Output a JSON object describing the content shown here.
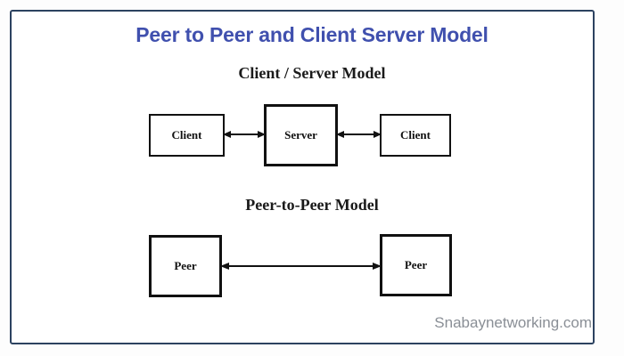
{
  "page": {
    "title": "Peer to Peer and Client Server Model",
    "title_color": "#4050ae",
    "frame_color": "#2c4260",
    "background": "#ffffff"
  },
  "sections": [
    {
      "id": "client-server",
      "heading": "Client / Server Model",
      "nodes": [
        {
          "id": "client-left",
          "label": "Client"
        },
        {
          "id": "server",
          "label": "Server"
        },
        {
          "id": "client-right",
          "label": "Client"
        }
      ],
      "connectors": [
        {
          "id": "client-left-to-server",
          "style": "double-headed-arrow"
        },
        {
          "id": "server-to-client-right",
          "style": "double-headed-arrow"
        }
      ]
    },
    {
      "id": "peer-to-peer",
      "heading": "Peer-to-Peer Model",
      "nodes": [
        {
          "id": "peer-left",
          "label": "Peer"
        },
        {
          "id": "peer-right",
          "label": "Peer"
        }
      ],
      "connectors": [
        {
          "id": "peer-left-to-peer-right",
          "style": "double-headed-arrow"
        }
      ]
    }
  ],
  "watermark": {
    "text": "Snabaynetworking.com",
    "color": "#8a8f96"
  }
}
